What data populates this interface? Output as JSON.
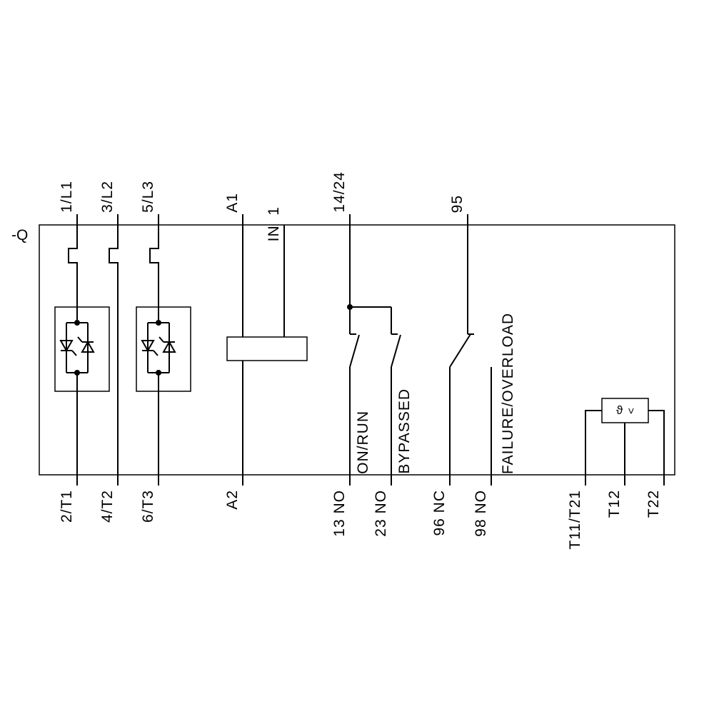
{
  "annotations": {
    "device_tag": "-Q",
    "on_run": "ON/RUN",
    "bypassed": "BYPASSED",
    "failure": "FAILURE/OVERLOAD",
    "thermistor_theta": "ϑ",
    "thermistor_gt": ">"
  },
  "terminals_top": {
    "l1": "1/L1",
    "l2": "3/L2",
    "l3": "5/L3",
    "a1": "A1",
    "in1": "IN  1",
    "aux_common": "14/24",
    "fault_common": "95"
  },
  "terminals_bottom": {
    "t1": "2/T1",
    "t2": "4/T2",
    "t3": "6/T3",
    "a2": "A2",
    "no13": "13 NO",
    "no23": "23 NO",
    "nc96": "96 NC",
    "no98": "98 NO",
    "t11": "T11/T21",
    "t12": "T12",
    "t22": "T22"
  }
}
